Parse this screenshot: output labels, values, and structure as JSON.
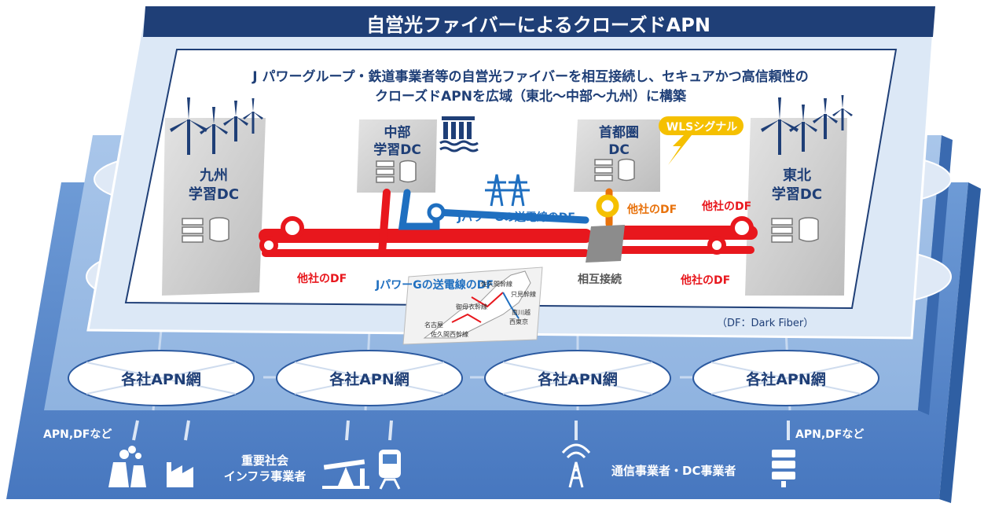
{
  "title": "自営光ファイバーによるクローズドAPN",
  "subtitle_line1": "J パワーグループ・鉄道事業者等の自営光ファイバーを相互接続し、セキュアかつ高信頼性の",
  "subtitle_line2": "クローズドAPNを広域（東北～中部～九州）に構築",
  "dc": {
    "kyushu": "九州\n学習DC",
    "chubu": "中部\n学習DC",
    "shutoken": "首都圏\nDC",
    "tohoku": "東北\n学習DC"
  },
  "wls_label": "WLSシグナル",
  "line_labels": {
    "jpower_df_upper": "JパワーGの送電線のDF",
    "jpower_df_lower": "JパワーGの送電線のDF",
    "other_df_left": "他社のDF",
    "other_df_orange": "他社のDF",
    "other_df_right_top": "他社のDF",
    "other_df_right_bottom": "他社のDF",
    "interconnect": "相互接続"
  },
  "df_note": "（DF：Dark Fiber）",
  "map_labels": [
    "佐久間幹線",
    "只見幹線",
    "御母衣幹線",
    "南川越",
    "西東京",
    "名古屋",
    "佐久間西幹線"
  ],
  "apn_networks": [
    "各社APN網",
    "各社APN網",
    "各社APN網",
    "各社APN網"
  ],
  "bottom": {
    "apn_df_left": "APN,DFなど",
    "apn_df_right": "APN,DFなど",
    "infra_operators": "重要社会\nインフラ事業者",
    "telecom_dc": "通信事業者・DC事業者"
  },
  "colors": {
    "navy": "#1f3f77",
    "red": "#e8171d",
    "blue": "#1f6fc0",
    "orange": "#e8720c",
    "yellow": "#f5c000",
    "panel_light": "#dce8f6",
    "layer_mid": "#4e83c8",
    "layer_dark": "#2f5fa3"
  }
}
